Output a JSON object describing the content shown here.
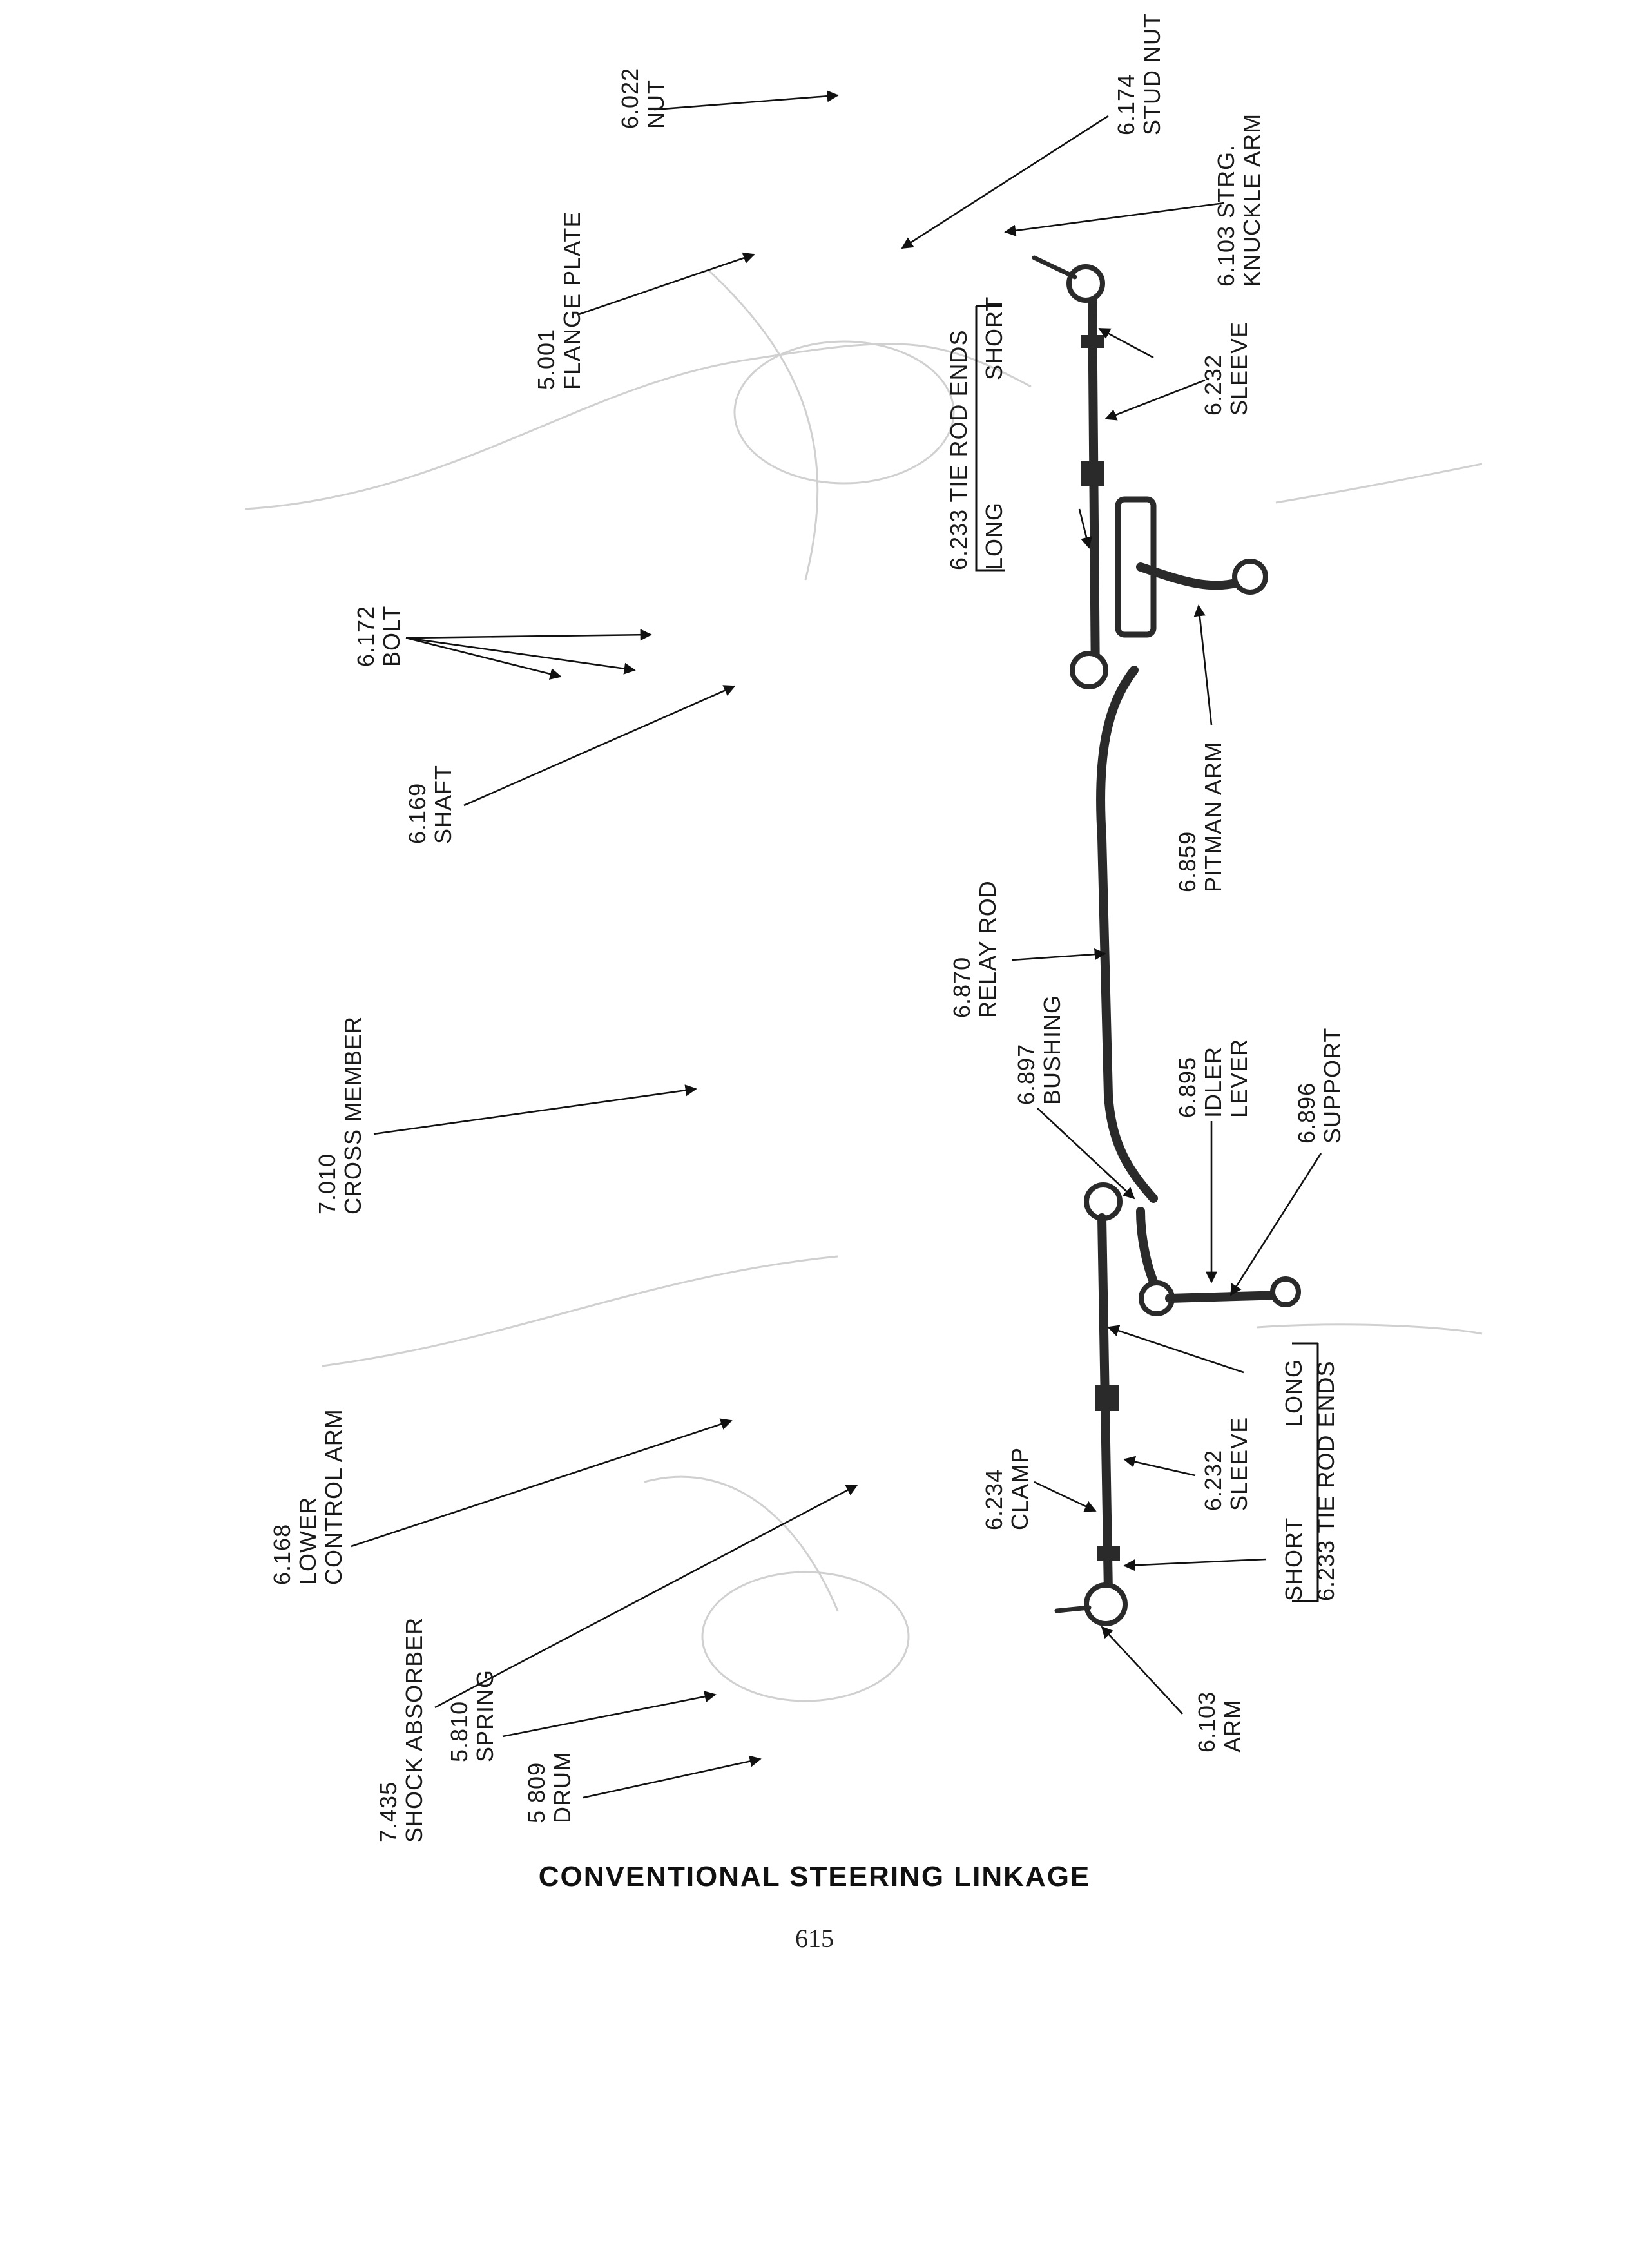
{
  "caption": "CONVENTIONAL STEERING LINKAGE",
  "page_number": "615",
  "callouts": {
    "nut": [
      "6.022",
      "NUT"
    ],
    "stud_nut": [
      "6.174",
      "STUD NUT"
    ],
    "knuckle_arm": [
      "6.103 STRG.",
      "KNUCKLE ARM"
    ],
    "flange_plate": [
      "5.001",
      "FLANGE PLATE"
    ],
    "bolt": [
      "6.172",
      "BOLT"
    ],
    "shaft": [
      "6.169",
      "SHAFT"
    ],
    "sleeve_top": [
      "6.232",
      "SLEEVE"
    ],
    "pitman_arm": [
      "6.859",
      "PITMAN ARM"
    ],
    "relay_rod": [
      "6.870",
      "RELAY ROD"
    ],
    "bushing": [
      "6.897",
      "BUSHING"
    ],
    "idler_lever": [
      "6.895",
      "IDLER",
      "LEVER"
    ],
    "support": [
      "6.896",
      "SUPPORT"
    ],
    "cross_member": [
      "7.010",
      "CROSS MEMBER"
    ],
    "lower_control_arm": [
      "6.168",
      "LOWER",
      "CONTROL ARM"
    ],
    "shock_absorber": [
      "7.435",
      "SHOCK ABSORBER"
    ],
    "spring": [
      "5.810",
      "SPRING"
    ],
    "drum": [
      "5 809",
      "DRUM"
    ],
    "clamp": [
      "6.234",
      "CLAMP"
    ],
    "sleeve_bottom": [
      "6.232",
      "SLEEVE"
    ],
    "arm": [
      "6.103",
      "ARM"
    ]
  },
  "tie_rod_top": {
    "title": "6.233 TIE ROD ENDS",
    "long": "LONG",
    "short": "SHORT"
  },
  "tie_rod_bottom": {
    "title": "6.233 TIE ROD ENDS",
    "long": "LONG",
    "short": "SHORT"
  }
}
